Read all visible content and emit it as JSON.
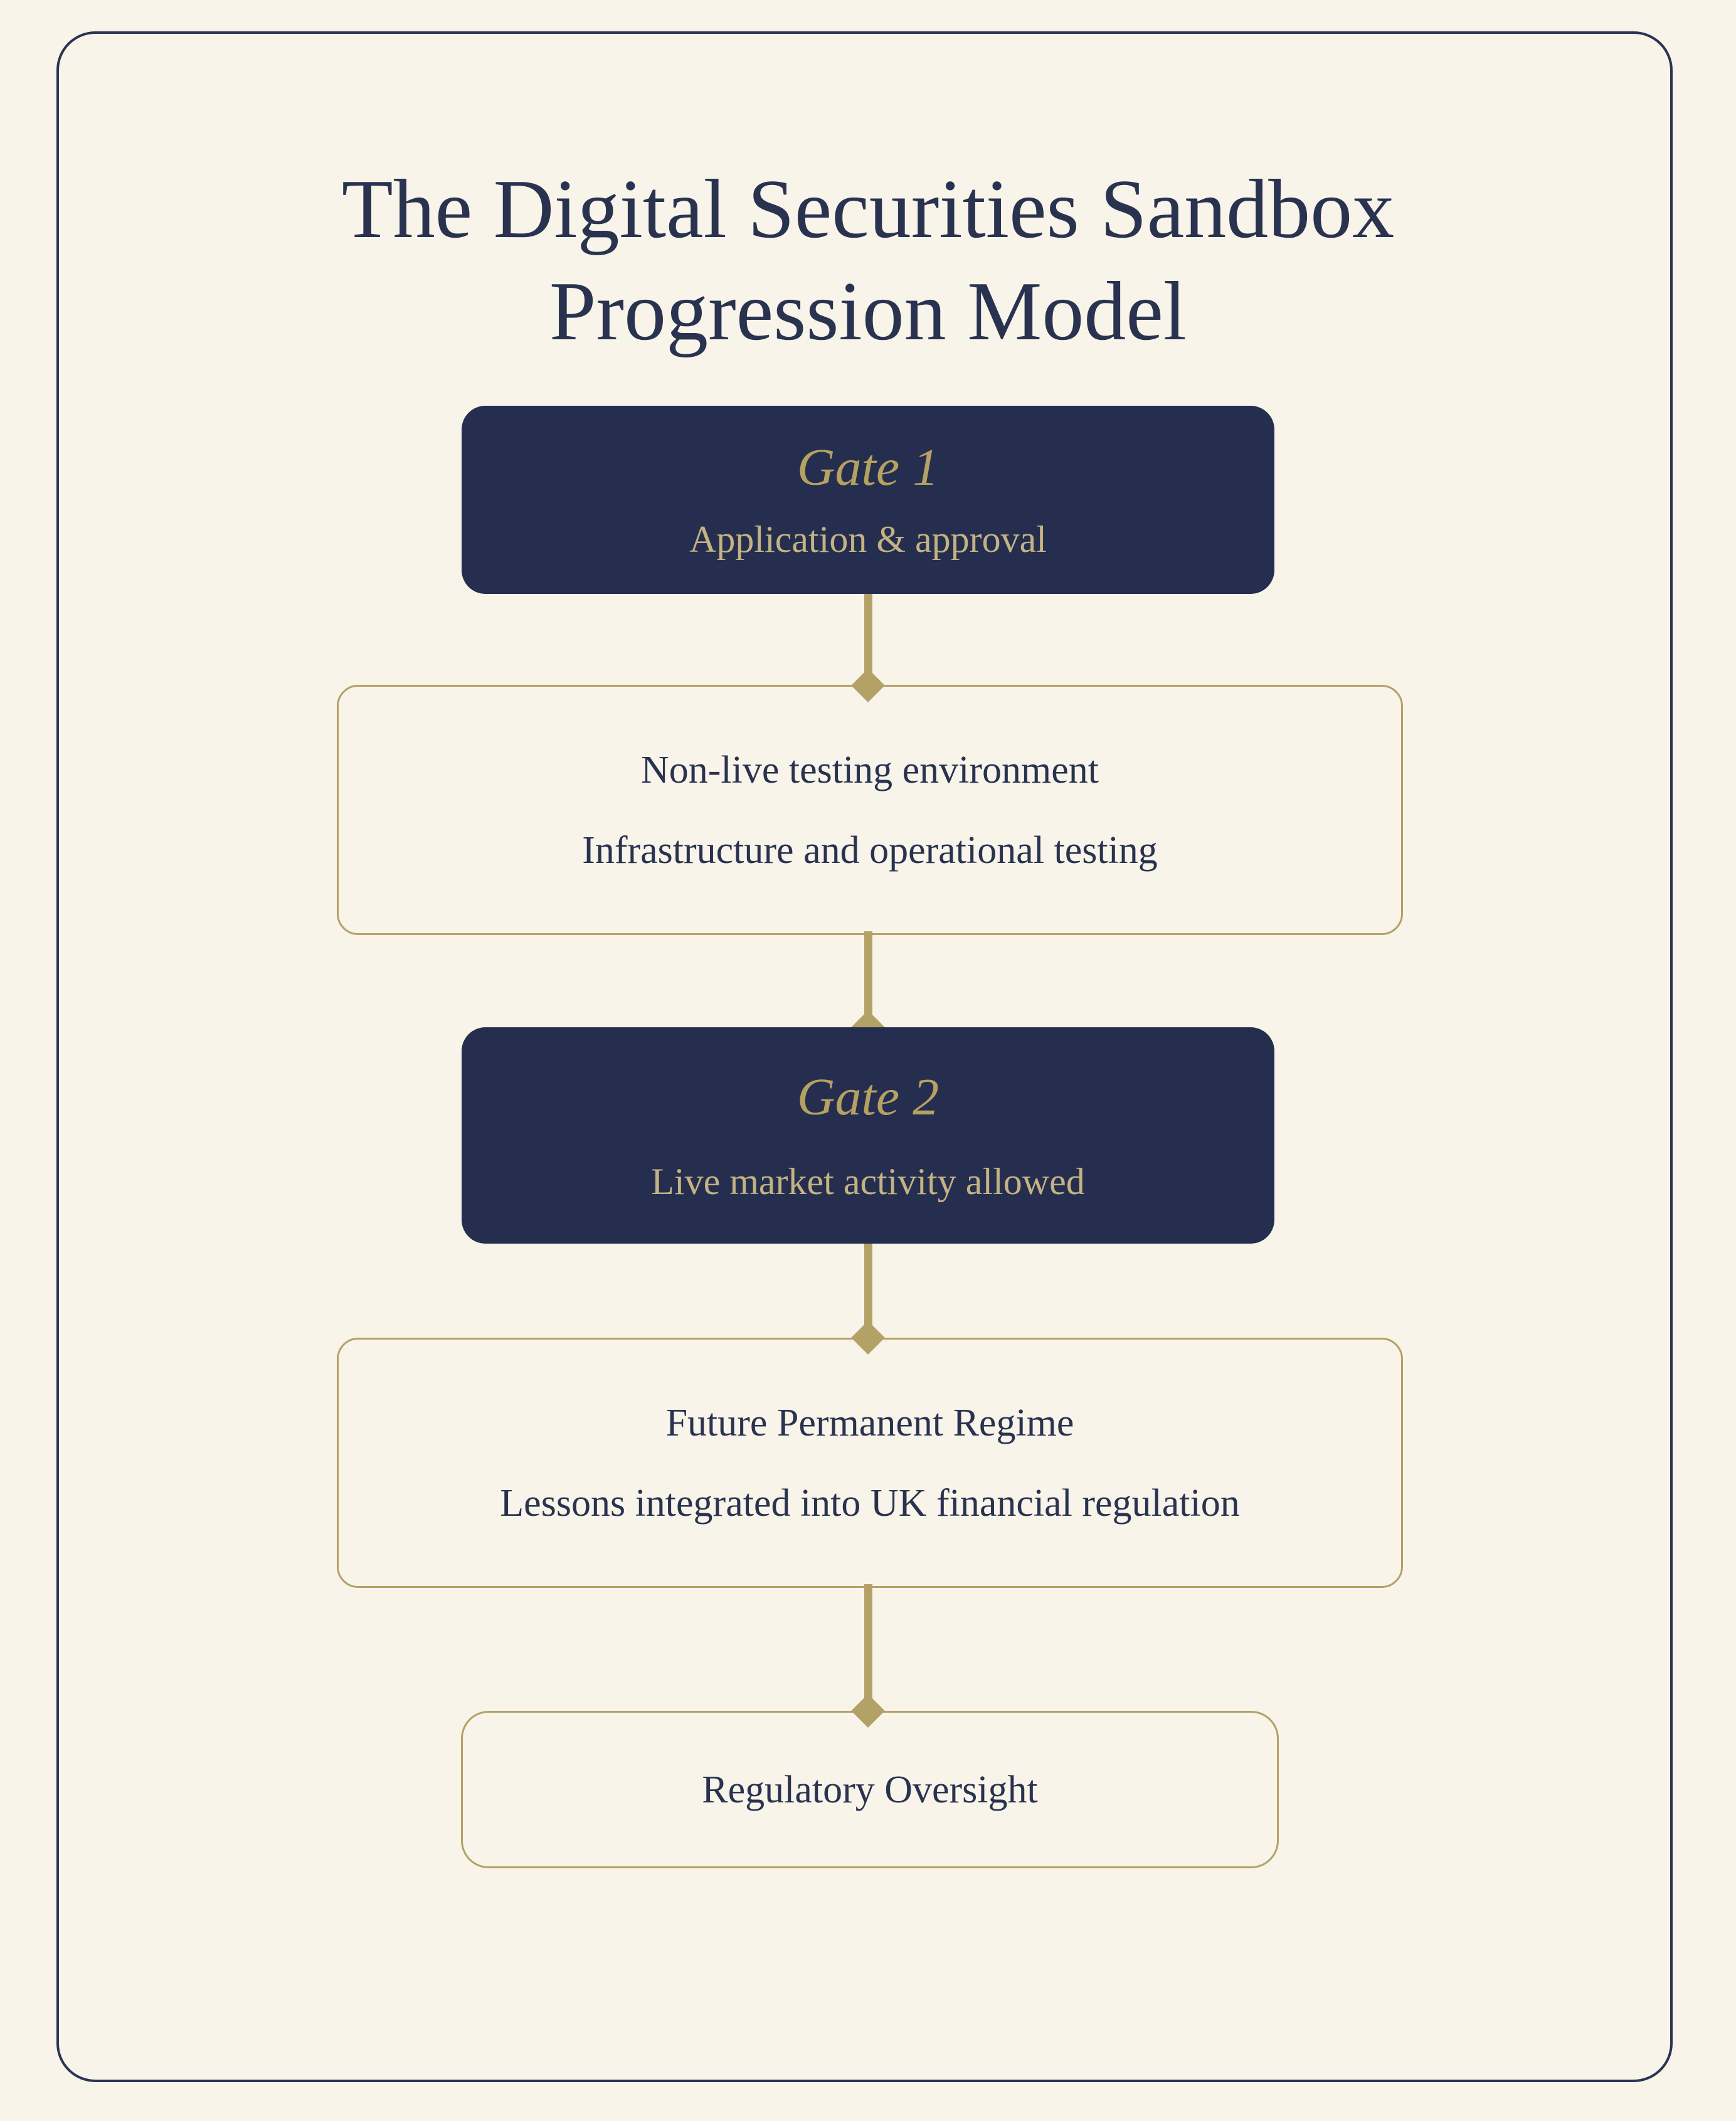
{
  "page": {
    "title_line1": "The Digital Securities Sandbox",
    "title_line2": "Progression Model"
  },
  "flow": {
    "gate1": {
      "title": "Gate 1",
      "subtitle": "Application & approval"
    },
    "stage1": {
      "line1": "Non-live testing environment",
      "line2": "Infrastructure and operational testing"
    },
    "gate2": {
      "title": "Gate 2",
      "subtitle": "Live market activity allowed"
    },
    "stage2": {
      "line1": "Future Permanent Regime",
      "line2": "Lessons integrated into UK financial regulation"
    },
    "terminal": {
      "line1": "Regulatory Oversight"
    }
  },
  "colors": {
    "bg": "#f8f4e9",
    "navy": "#252e4e",
    "navy-border": "#2a3453",
    "navy-text": "#293350",
    "gold": "#b3a166",
    "gold-title": "#b5a162",
    "gold-sub": "#c3b283"
  }
}
